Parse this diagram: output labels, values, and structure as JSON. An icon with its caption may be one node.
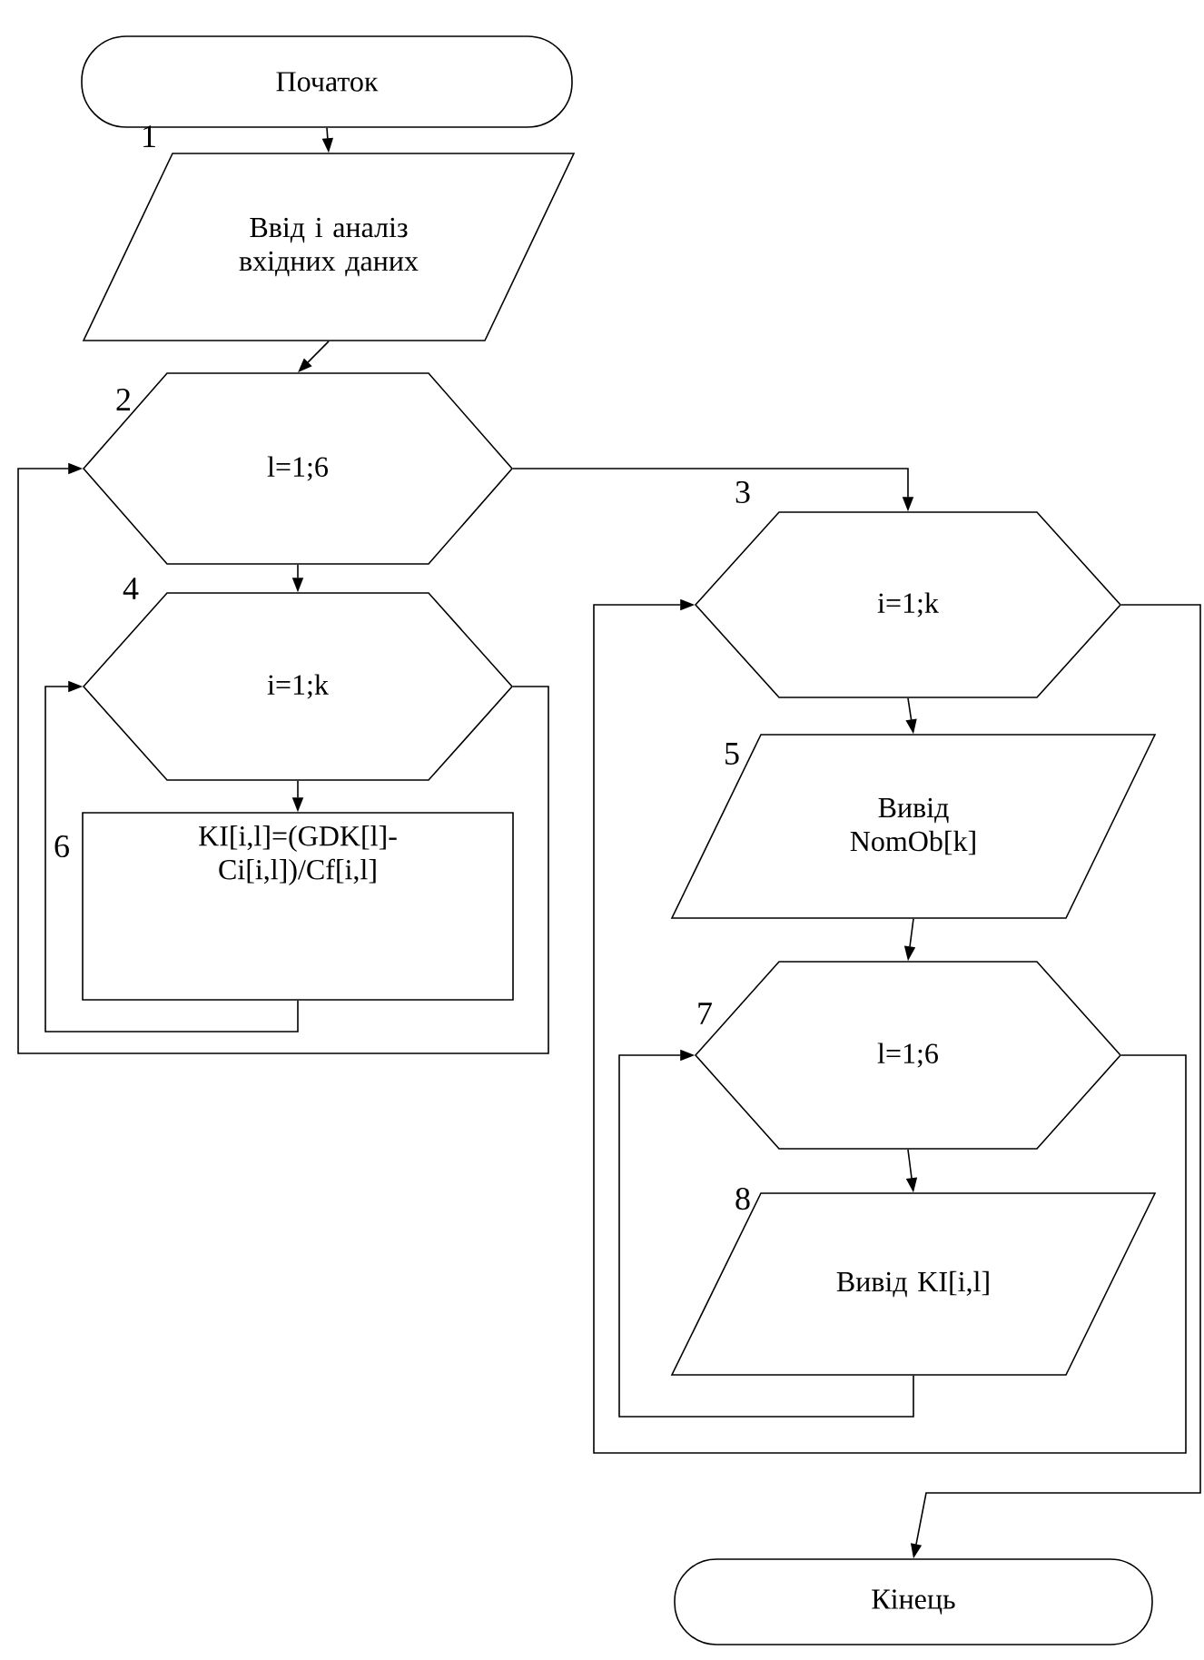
{
  "diagram": {
    "nodes": [
      {
        "text": [
          "Початок"
        ]
      },
      {
        "text": [
          "Ввід і аналіз вхідних даних"
        ],
        "beside": [
          "1"
        ]
      },
      {
        "text": [
          "l=1;6"
        ],
        "beside": [
          "2"
        ]
      },
      {
        "text": [
          "i=1;k"
        ],
        "beside": [
          "4"
        ]
      },
      {
        "text": [
          "KI[i,l]=(GDK[l]-Ci[i,l])/Cf[i,l]"
        ],
        "beside": [
          "6"
        ]
      },
      {
        "text": [
          "i=1;k"
        ],
        "beside": [
          "3"
        ]
      },
      {
        "text": [
          "Вивід NomOb[k]"
        ],
        "beside": [
          "5"
        ]
      },
      {
        "text": [
          "l=1;6"
        ],
        "beside": [
          "7"
        ]
      },
      {
        "text": [
          "Вивід KI[i,l]"
        ],
        "beside": [
          "8"
        ]
      },
      {
        "text": [
          "Кінець"
        ]
      }
    ],
    "edges": [
      {
        "from": 0,
        "to": 1,
        "arrow": "to"
      },
      {
        "from": 1,
        "to": 2,
        "arrow": "to"
      },
      {
        "from": 2,
        "to": 3,
        "arrow": "to"
      },
      {
        "from": 3,
        "to": 4,
        "arrow": "to"
      },
      {
        "from": 4,
        "to": 3,
        "arrow": "to"
      },
      {
        "from": 3,
        "to": 2,
        "arrow": "to"
      },
      {
        "from": 2,
        "to": 5,
        "arrow": "to"
      },
      {
        "from": 5,
        "to": 6,
        "arrow": "to"
      },
      {
        "from": 6,
        "to": 7,
        "arrow": "to"
      },
      {
        "from": 7,
        "to": 8,
        "arrow": "to"
      },
      {
        "from": 8,
        "to": 7,
        "arrow": "to"
      },
      {
        "from": 7,
        "to": 5,
        "arrow": "to"
      },
      {
        "from": 5,
        "to": 9,
        "arrow": "to"
      }
    ]
  }
}
